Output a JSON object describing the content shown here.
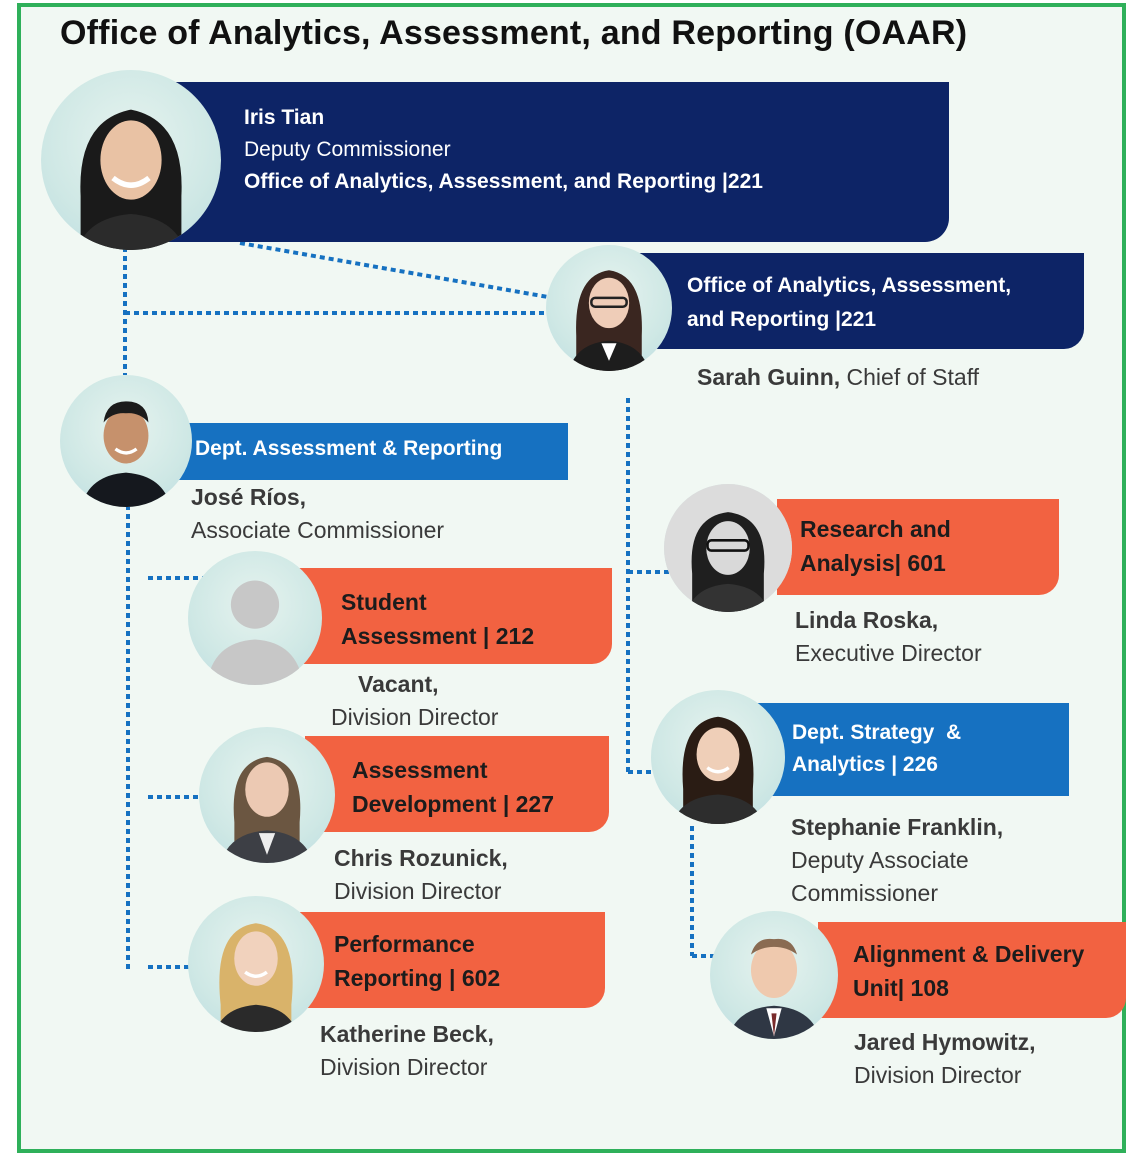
{
  "title": "Office of Analytics, Assessment, and Reporting (OAAR)",
  "colors": {
    "navy": "#0d2466",
    "blue": "#1671c1",
    "orange": "#f26241",
    "border": "#2fb05a",
    "connector": "#1671c1"
  },
  "nodes": {
    "deputy": {
      "name": "Iris Tian",
      "title": "Deputy Commissioner",
      "office": "Office of Analytics, Assessment, and Reporting |221"
    },
    "chief": {
      "unit_line1": "Office of Analytics, Assessment,",
      "unit_line2": "and Reporting |221",
      "name": "Sarah Guinn,",
      "title": " Chief of Staff"
    },
    "assoc": {
      "unit": "Dept. Assessment & Reporting",
      "name": "José Ríos,",
      "title": "Associate Commissioner"
    },
    "research": {
      "unit_line1": "Research and",
      "unit_line2": "Analysis| 601",
      "name": "Linda Roska,",
      "title": "Executive Director"
    },
    "student": {
      "unit_line1": "Student",
      "unit_line2": "Assessment | 212",
      "name": "Vacant,",
      "title": "Division Director"
    },
    "development": {
      "unit_line1": "Assessment",
      "unit_line2": "Development | 227",
      "name": "Chris Rozunick,",
      "title": "Division Director"
    },
    "strategy": {
      "unit_line1": "Dept. Strategy  &",
      "unit_line2": "Analytics | 226",
      "name": "Stephanie Franklin,",
      "title_line1": "Deputy Associate",
      "title_line2": "Commissioner"
    },
    "performance": {
      "unit_line1": "Performance",
      "unit_line2": "Reporting | 602",
      "name": "Katherine Beck,",
      "title": "Division Director"
    },
    "alignment": {
      "unit_line1": "Alignment & Delivery",
      "unit_line2": "Unit| 108",
      "name": "Jared Hymowitz,",
      "title": "Division Director"
    }
  }
}
